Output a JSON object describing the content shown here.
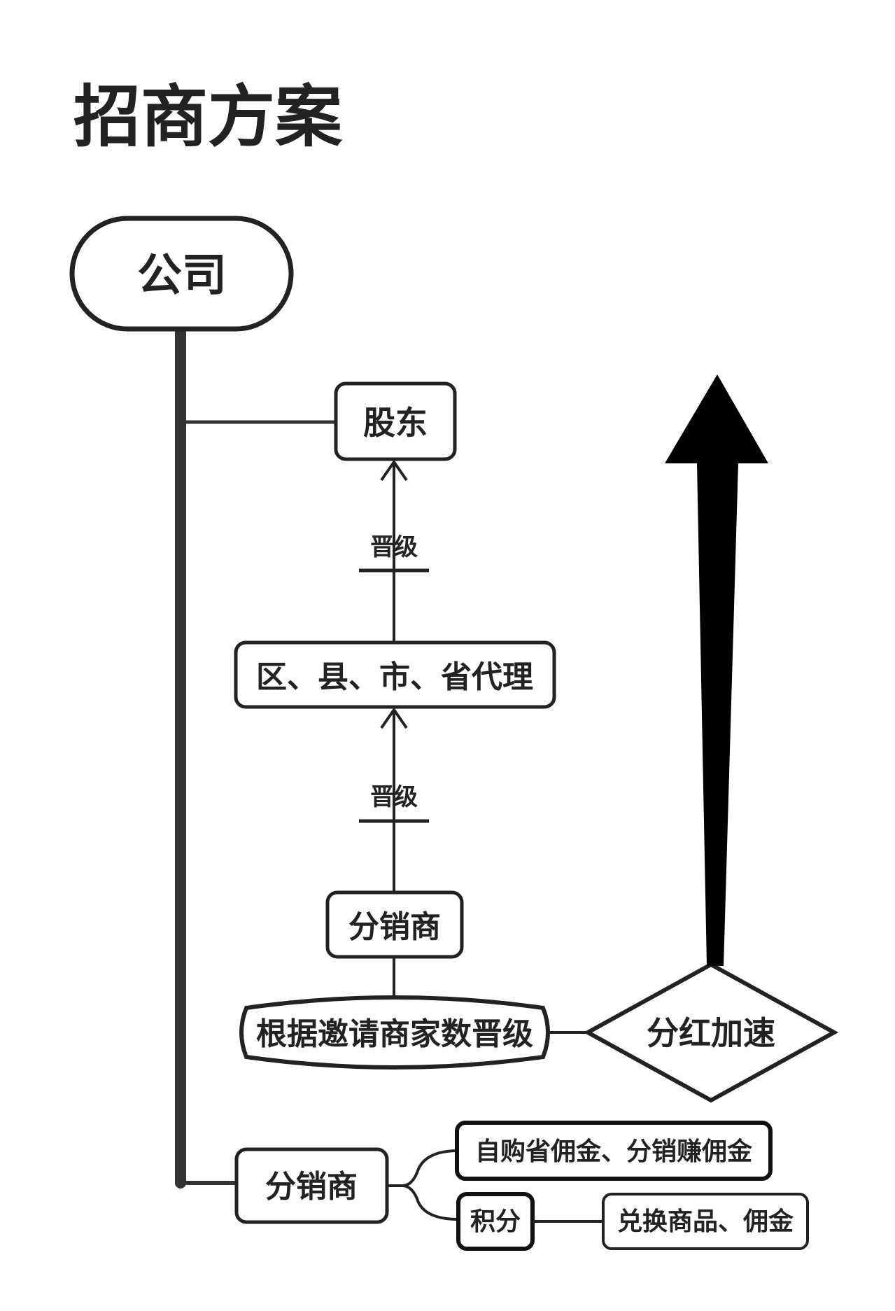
{
  "title": "招商方案",
  "nodes": {
    "company": "公司",
    "shareholder": "股东",
    "promote_label_1": "晋级",
    "agent": "区、县、市、省代理",
    "promote_label_2": "晋级",
    "distributor_top": "分销商",
    "invite_rule": "根据邀请商家数晋级",
    "dividend": "分红加速",
    "distributor_bottom": "分销商",
    "commission": "自购省佣金、分销赚佣金",
    "points": "积分",
    "exchange": "兑换商品、佣金"
  }
}
